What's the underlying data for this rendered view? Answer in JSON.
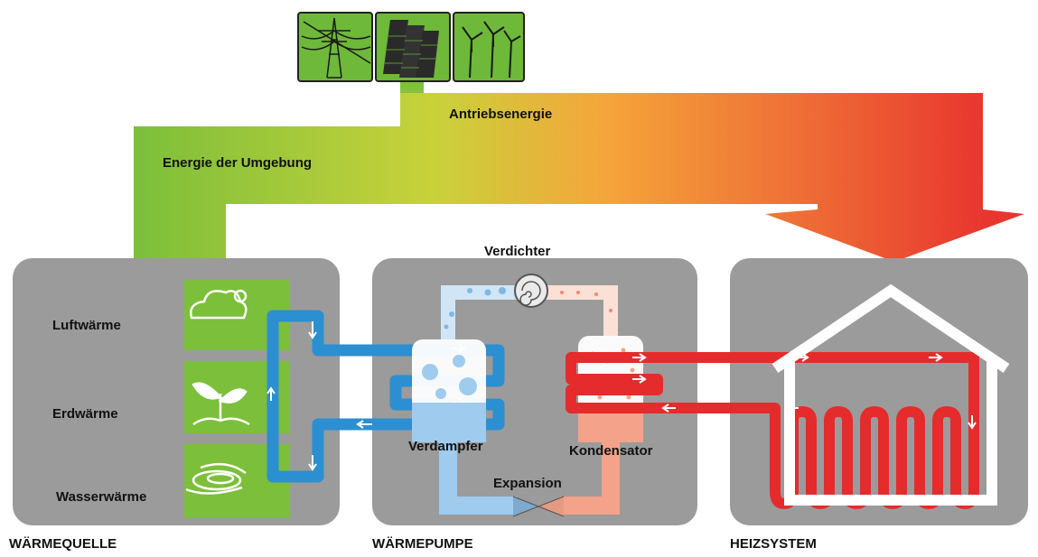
{
  "flows": {
    "drive_energy": "Antriebsenergie",
    "ambient_energy": "Energie der Umgebung"
  },
  "source": {
    "items": [
      {
        "label": "Luftwärme",
        "icon": "cloud-icon"
      },
      {
        "label": "Erdwärme",
        "icon": "sprout-icon"
      },
      {
        "label": "Wasserwärme",
        "icon": "water-swirl-icon"
      }
    ],
    "section_title": "WÄRMEQUELLE"
  },
  "pump": {
    "compressor": "Verdichter",
    "evaporator": "Verdampfer",
    "condenser": "Kondensator",
    "expansion": "Expansion",
    "section_title": "WÄRMEPUMPE"
  },
  "heating": {
    "section_title": "HEIZSYSTEM"
  },
  "energy_icons": [
    "power-pylon-icon",
    "solar-panel-icon",
    "wind-turbine-icon"
  ],
  "colors": {
    "green": "#7cbf3a",
    "orange": "#f4a63a",
    "red": "#e8362f",
    "panel_gray": "#9b9b9b",
    "blue_pipe": "#2b8fd1",
    "red_pipe": "#e52b2b"
  }
}
